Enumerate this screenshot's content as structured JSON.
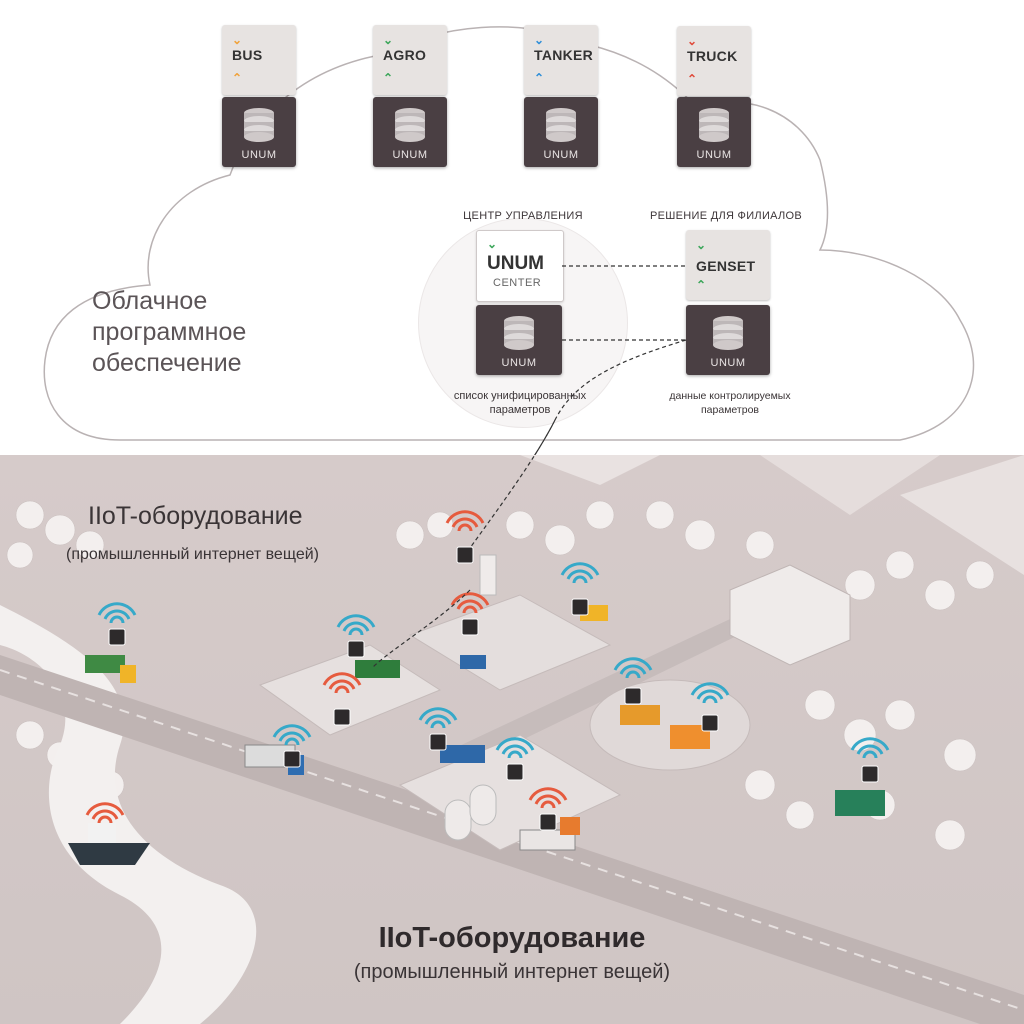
{
  "modules": [
    {
      "name": "BUS",
      "db_label": "UNUM",
      "arrow_color": "#f0a23a",
      "arrow_color2": "#f0a23a"
    },
    {
      "name": "AGRO",
      "db_label": "UNUM",
      "arrow_color": "#3ca65a",
      "arrow_color2": "#3ca65a"
    },
    {
      "name": "TANKER",
      "db_label": "UNUM",
      "arrow_color": "#2f8fd8",
      "arrow_color2": "#2f8fd8"
    },
    {
      "name": "TRUCK",
      "db_label": "UNUM",
      "arrow_color": "#e04a3a",
      "arrow_color2": "#e04a3a"
    }
  ],
  "cloud": {
    "title_line1": "Облачное",
    "title_line2": "программное",
    "title_line3": "обеспечение",
    "control_center_heading": "ЦЕНТР УПРАВЛЕНИЯ",
    "branch_heading": "РЕШЕНИЕ ДЛЯ ФИЛИАЛОВ",
    "center_name": "UNUM",
    "center_sub": "CENTER",
    "genset_name": "GENSET",
    "center_db_label": "UNUM",
    "genset_db_label": "UNUM",
    "center_caption_line1": "список унифицированных",
    "center_caption_line2": "параметров",
    "genset_caption_line1": "данные контролируемых",
    "genset_caption_line2": "параметров"
  },
  "scene": {
    "top_label": "IIoT-оборудование",
    "top_sublabel": "(промышленный интернет вещей)",
    "bottom_label": "IIoT-оборудование",
    "bottom_sublabel": "(промышленный интернет вещей)"
  },
  "colors": {
    "wifi_blue": "#36a9c9",
    "wifi_red": "#e65b3e",
    "db_dark": "#4a3f43",
    "terrain": "#d9d0cf"
  }
}
